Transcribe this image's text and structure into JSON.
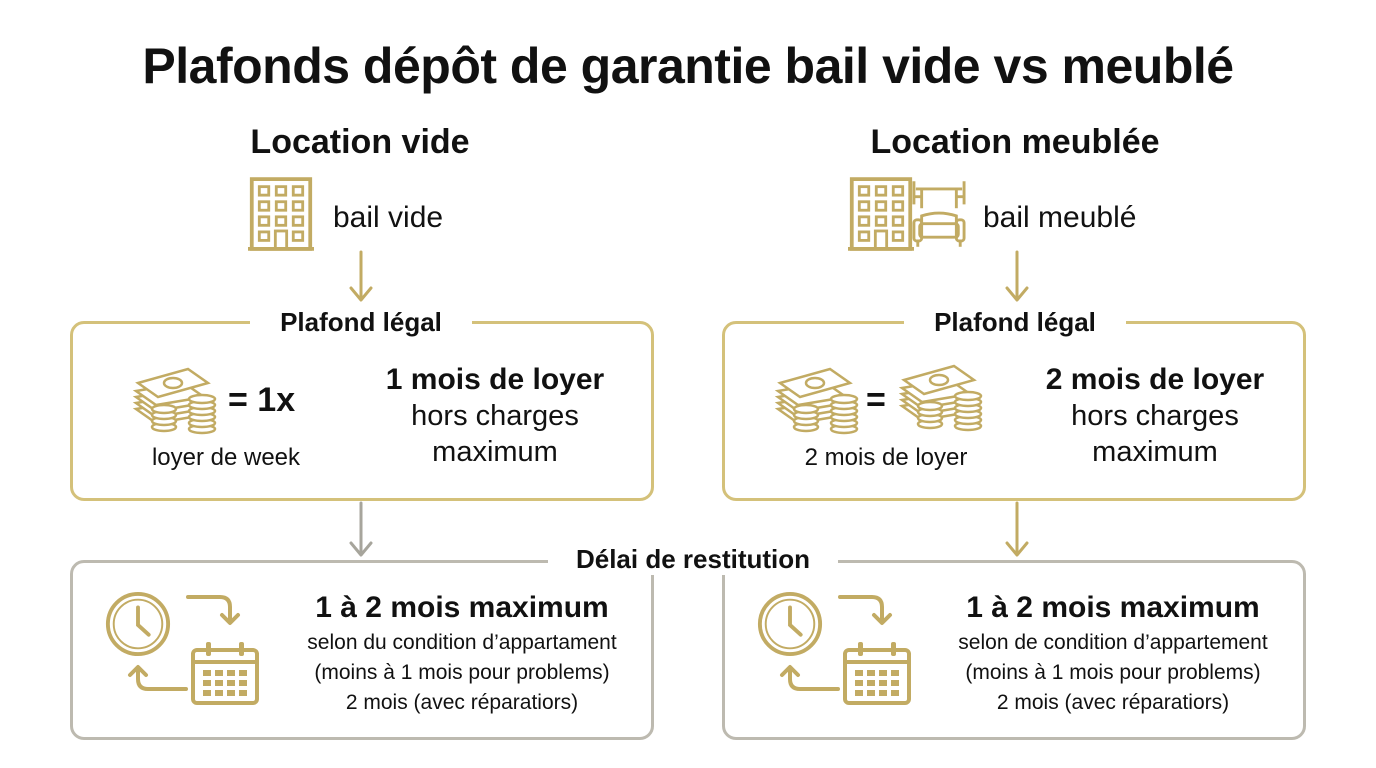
{
  "title": "Plafonds dépôt de garantie bail vide vs meublé",
  "colors": {
    "gold": "#b8a15a",
    "gold_light": "#d4c17a",
    "grey": "#bdbab0",
    "arrow_grey": "#a7a59c"
  },
  "icons": {
    "building": "building-icon",
    "furniture": "furniture-icon",
    "money": "money-stack-icon",
    "clock": "clock-icon",
    "calendar": "calendar-icon",
    "cycle": "cycle-arrows-icon"
  },
  "left": {
    "heading": "Location vide",
    "lease_label": "bail vide",
    "cap_label": "Plafond légal",
    "multiplier": "= 1x",
    "money_caption": "loyer de week",
    "cap_value": "1 mois de loyer",
    "cap_line2": "hors charges",
    "cap_line3": "maximum",
    "delay_value": "1 à 2 mois maximum",
    "delay_line1": "selon du condition d’appartament",
    "delay_line2": "(moins à 1 mois pour problems)",
    "delay_line3": "2 mois (avec réparatiors)"
  },
  "right": {
    "heading": "Location meublée",
    "lease_label": "bail meublé",
    "cap_label": "Plafond légal",
    "equals": "=",
    "money_caption": "2 mois de loyer",
    "cap_value": "2 mois de loyer",
    "cap_line2": "hors charges",
    "cap_line3": "maximum",
    "delay_value": "1 à 2 mois maximum",
    "delay_line1": "selon de condition d’appartement",
    "delay_line2": "(moins à 1 mois pour problems)",
    "delay_line3": "2 mois (avec réparatiors)"
  },
  "delay_label": "Délai de restitution"
}
